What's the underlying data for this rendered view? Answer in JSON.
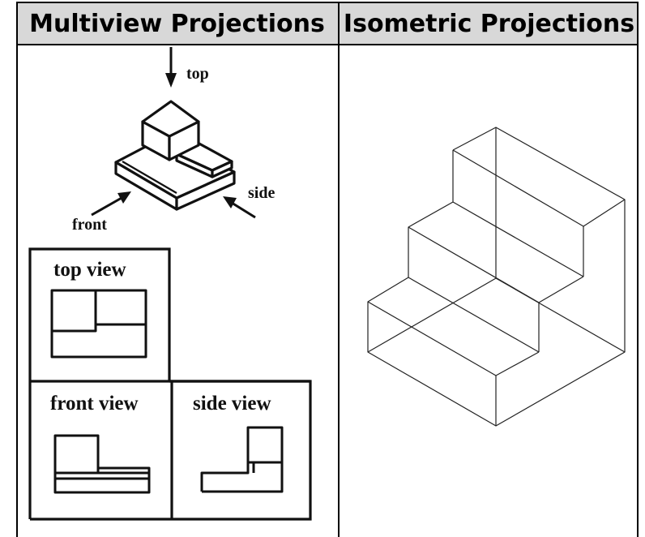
{
  "headers": {
    "multiview": "Multiview Projections",
    "isometric": "Isometric Projections"
  },
  "multiview": {
    "arrow_labels": {
      "top": "top",
      "side": "side",
      "front": "front"
    },
    "views": {
      "top": "top view",
      "front": "front view",
      "side": "side view"
    }
  }
}
